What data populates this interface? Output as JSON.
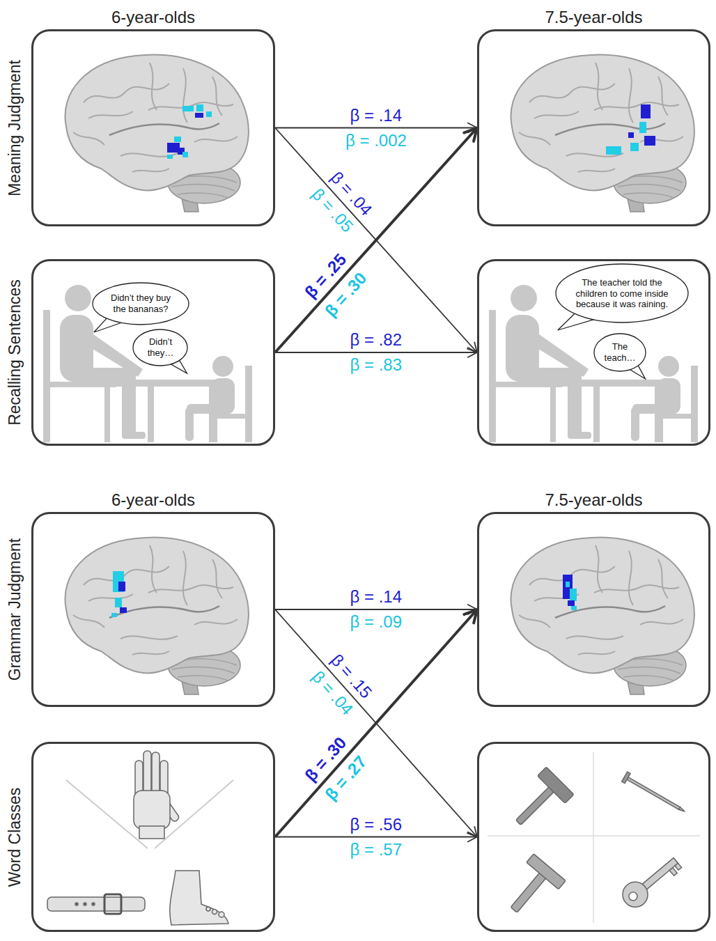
{
  "diagram": {
    "nodes": [
      {
        "text": [
          "6-year-olds",
          "Meaning Judgment"
        ]
      },
      {
        "text": [
          "7.5-year-olds"
        ]
      },
      {
        "text": [
          "Recalling Sentences"
        ]
      },
      {
        "text": [
          "Didn’t they buy the bananas?"
        ],
        "in": 2
      },
      {
        "text": [
          "Didn’t they…"
        ],
        "in": 2
      },
      {
        "text": []
      },
      {
        "text": [
          "The teacher told the children to come inside because it was raining."
        ],
        "in": 5
      },
      {
        "text": [
          "The teach…"
        ],
        "in": 5
      },
      {
        "text": [
          "6-year-olds",
          "Grammar Judgment"
        ]
      },
      {
        "text": [
          "7.5-year-olds"
        ]
      },
      {
        "text": [
          "Word Classes"
        ]
      },
      {
        "text": []
      }
    ],
    "edges": [
      {
        "from": 0,
        "to": 1,
        "arrow": "to",
        "label": "β = .14"
      },
      {
        "from": 0,
        "to": 5,
        "arrow": "to",
        "label": "β = .04"
      },
      {
        "from": 2,
        "to": 1,
        "arrow": "to",
        "label": "β = .25"
      },
      {
        "from": 2,
        "to": 5,
        "arrow": "to",
        "label": "β = .82"
      },
      {
        "from": 8,
        "to": 9,
        "arrow": "to",
        "label": "β = .14"
      },
      {
        "from": 8,
        "to": 11,
        "arrow": "to",
        "label": "β = .15"
      },
      {
        "from": 10,
        "to": 9,
        "arrow": "to",
        "label": "β = .30"
      },
      {
        "from": 10,
        "to": 11,
        "arrow": "to",
        "label": "β = .56"
      }
    ],
    "labels": [
      "β = .002",
      "β = .05",
      "β = .30",
      "β = .83",
      "β = .09",
      "β = .04",
      "β = .27",
      "β = .57"
    ]
  }
}
